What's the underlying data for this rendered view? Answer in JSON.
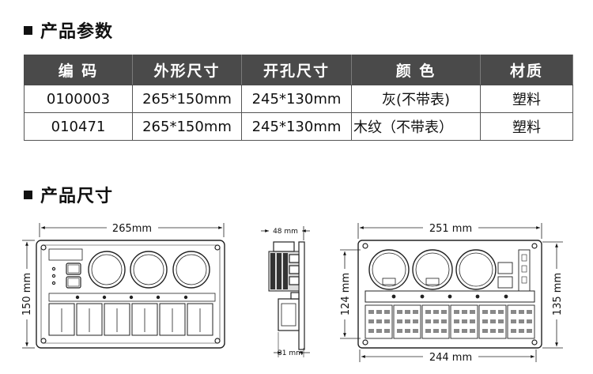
{
  "params_section": {
    "title": "产品参数"
  },
  "table": {
    "headers": [
      "编 码",
      "外形尺寸",
      "开孔尺寸",
      "颜 色",
      "材质"
    ],
    "rows": [
      [
        "0100003",
        "265*150mm",
        "245*130mm",
        "灰(不带表)",
        "塑料"
      ],
      [
        "010471",
        "265*150mm",
        "245*130mm",
        "木纹（不带表）",
        "塑料"
      ]
    ]
  },
  "size_section": {
    "title": "产品尺寸"
  },
  "front_view": {
    "width_label": "265mm",
    "height_label": "150 mm"
  },
  "side_view": {
    "top_label": "48 mm",
    "bottom_label": "31 mm"
  },
  "back_view": {
    "top_label": "251 mm",
    "bottom_label": "244 mm",
    "left_label": "124 mm",
    "right_label": "135 mm"
  }
}
